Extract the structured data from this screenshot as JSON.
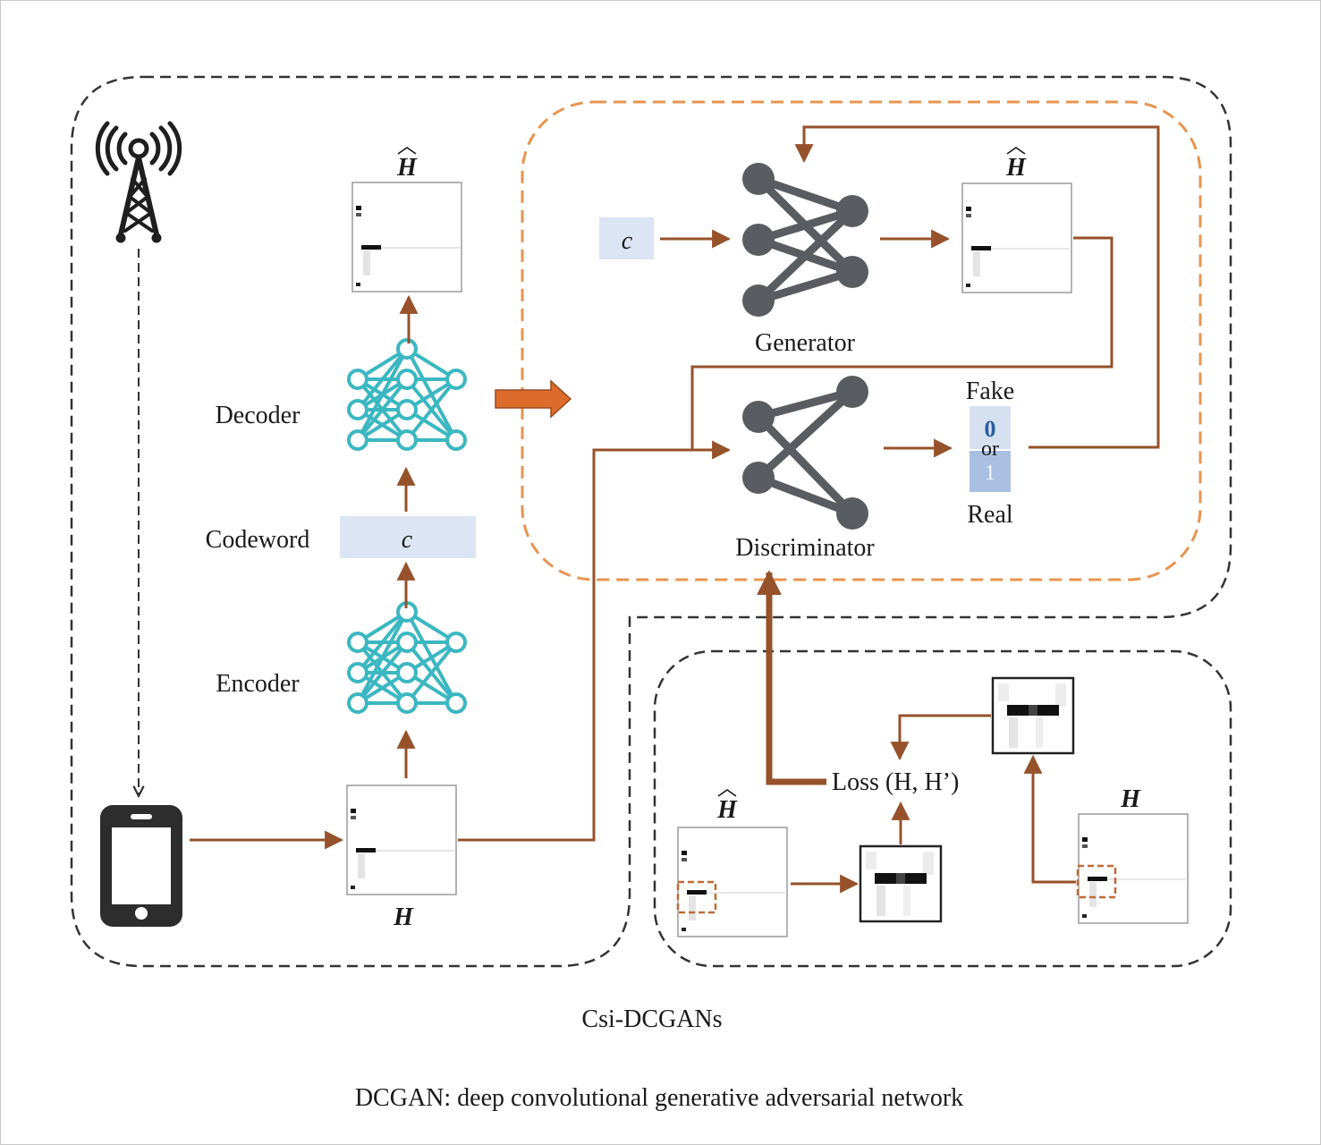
{
  "labels": {
    "decoder": "Decoder",
    "codeword": "Codeword",
    "encoder": "Encoder",
    "generator": "Generator",
    "discriminator": "Discriminator",
    "fake": "Fake",
    "real": "Real",
    "or": "or",
    "zero": "0",
    "one": "1",
    "codeword_symbol": "c",
    "loss": "Loss (H, H’)",
    "h": "H",
    "h_hat": "Ĥ"
  },
  "caption": {
    "title": "Csi-DCGANs",
    "footnote": "DCGAN: deep convolutional generative adversarial network"
  },
  "colors": {
    "arrow_brown": "#96522a",
    "orange_dash": "#e8944f",
    "black_dash": "#333333",
    "teal_net": "#3bb7c1",
    "gray_net": "#595c61",
    "codeword_box": "#dbe5f3",
    "fake_box": "#d5e1f1",
    "real_box": "#a9c0e2",
    "big_arrow": "#dd6c2c"
  }
}
